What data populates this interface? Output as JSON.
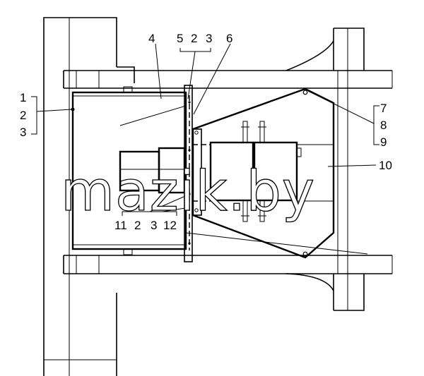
{
  "watermark": "mazik.by",
  "callouts": {
    "c1": "1",
    "c2": "2",
    "c3": "3",
    "c4": "4",
    "c5": "5",
    "c5b": "2",
    "c5c": "3",
    "c6": "6",
    "c7": "7",
    "c8": "8",
    "c9": "9",
    "c10": "10",
    "c11": "11",
    "c11b": "2",
    "c11c": "3",
    "c12": "12"
  }
}
